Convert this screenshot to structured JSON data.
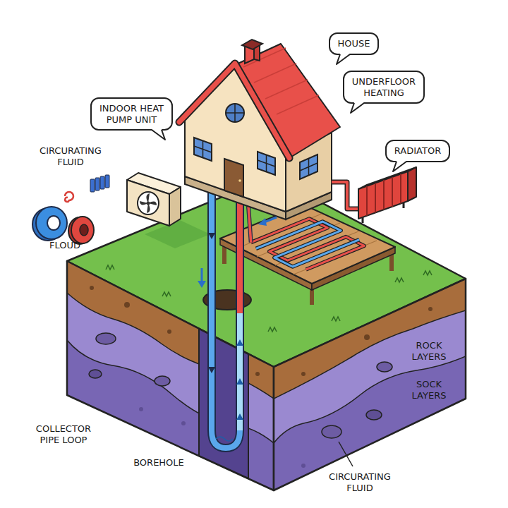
{
  "diagram": {
    "nodes": [
      {
        "text": [
          "HOUSE"
        ]
      },
      {
        "text": [
          "UNDERFLOOR HEATING"
        ]
      },
      {
        "text": [
          "INDOOR HEAT PUMP UNIT"
        ]
      },
      {
        "text": [
          "RADIATOR"
        ]
      }
    ],
    "labels": [
      "CIRCURATING FLUID",
      "FLOUD",
      "ROCK LAYERS",
      "SOCK LAYERS",
      "COLLECTOR PIPE LOOP",
      "BOREHOLE",
      "CIRCURATING FLUID"
    ]
  }
}
